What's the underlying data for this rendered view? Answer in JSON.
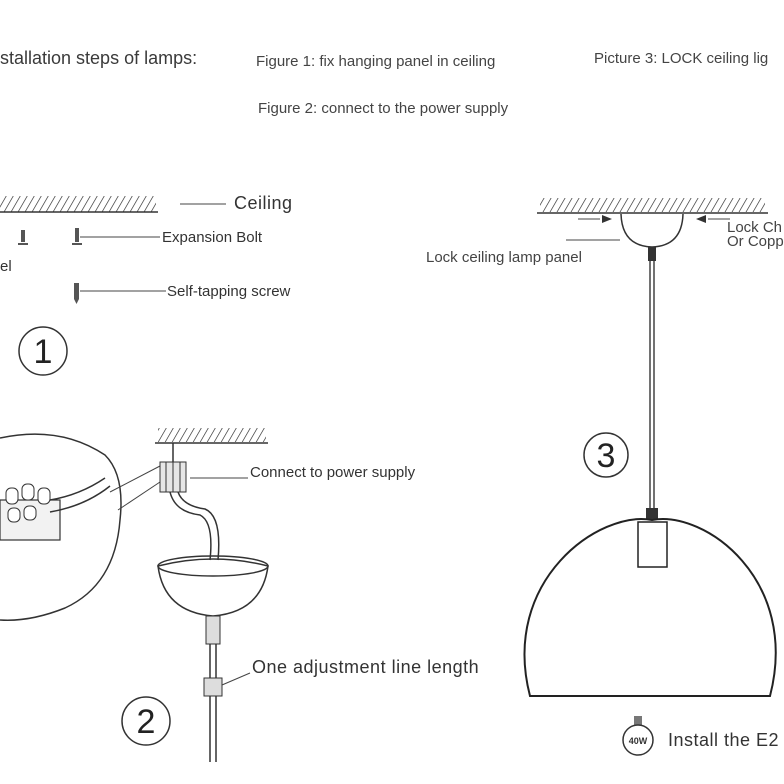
{
  "header": {
    "title": "stallation steps of lamps:",
    "figure1": "Figure 1: fix hanging panel in ceiling",
    "figure2": "Figure 2: connect to the power supply",
    "picture3": "Picture 3: LOCK ceiling lig"
  },
  "step1": {
    "number": "1",
    "ceiling": "Ceiling",
    "expansion_bolt": "Expansion Bolt",
    "self_tapping_screw": "Self-tapping screw",
    "panel_fragment": "el"
  },
  "step2": {
    "number": "2",
    "connect_power": "Connect to power supply",
    "adjust_line": "One adjustment line length"
  },
  "step3": {
    "number": "3",
    "lock_panel": "Lock ceiling lamp panel",
    "lock_line1": "Lock Ch",
    "lock_line2": "Or Copp",
    "install": "Install the E2",
    "bulb_label": "40W"
  },
  "colors": {
    "line": "#333333",
    "background": "#ffffff"
  }
}
